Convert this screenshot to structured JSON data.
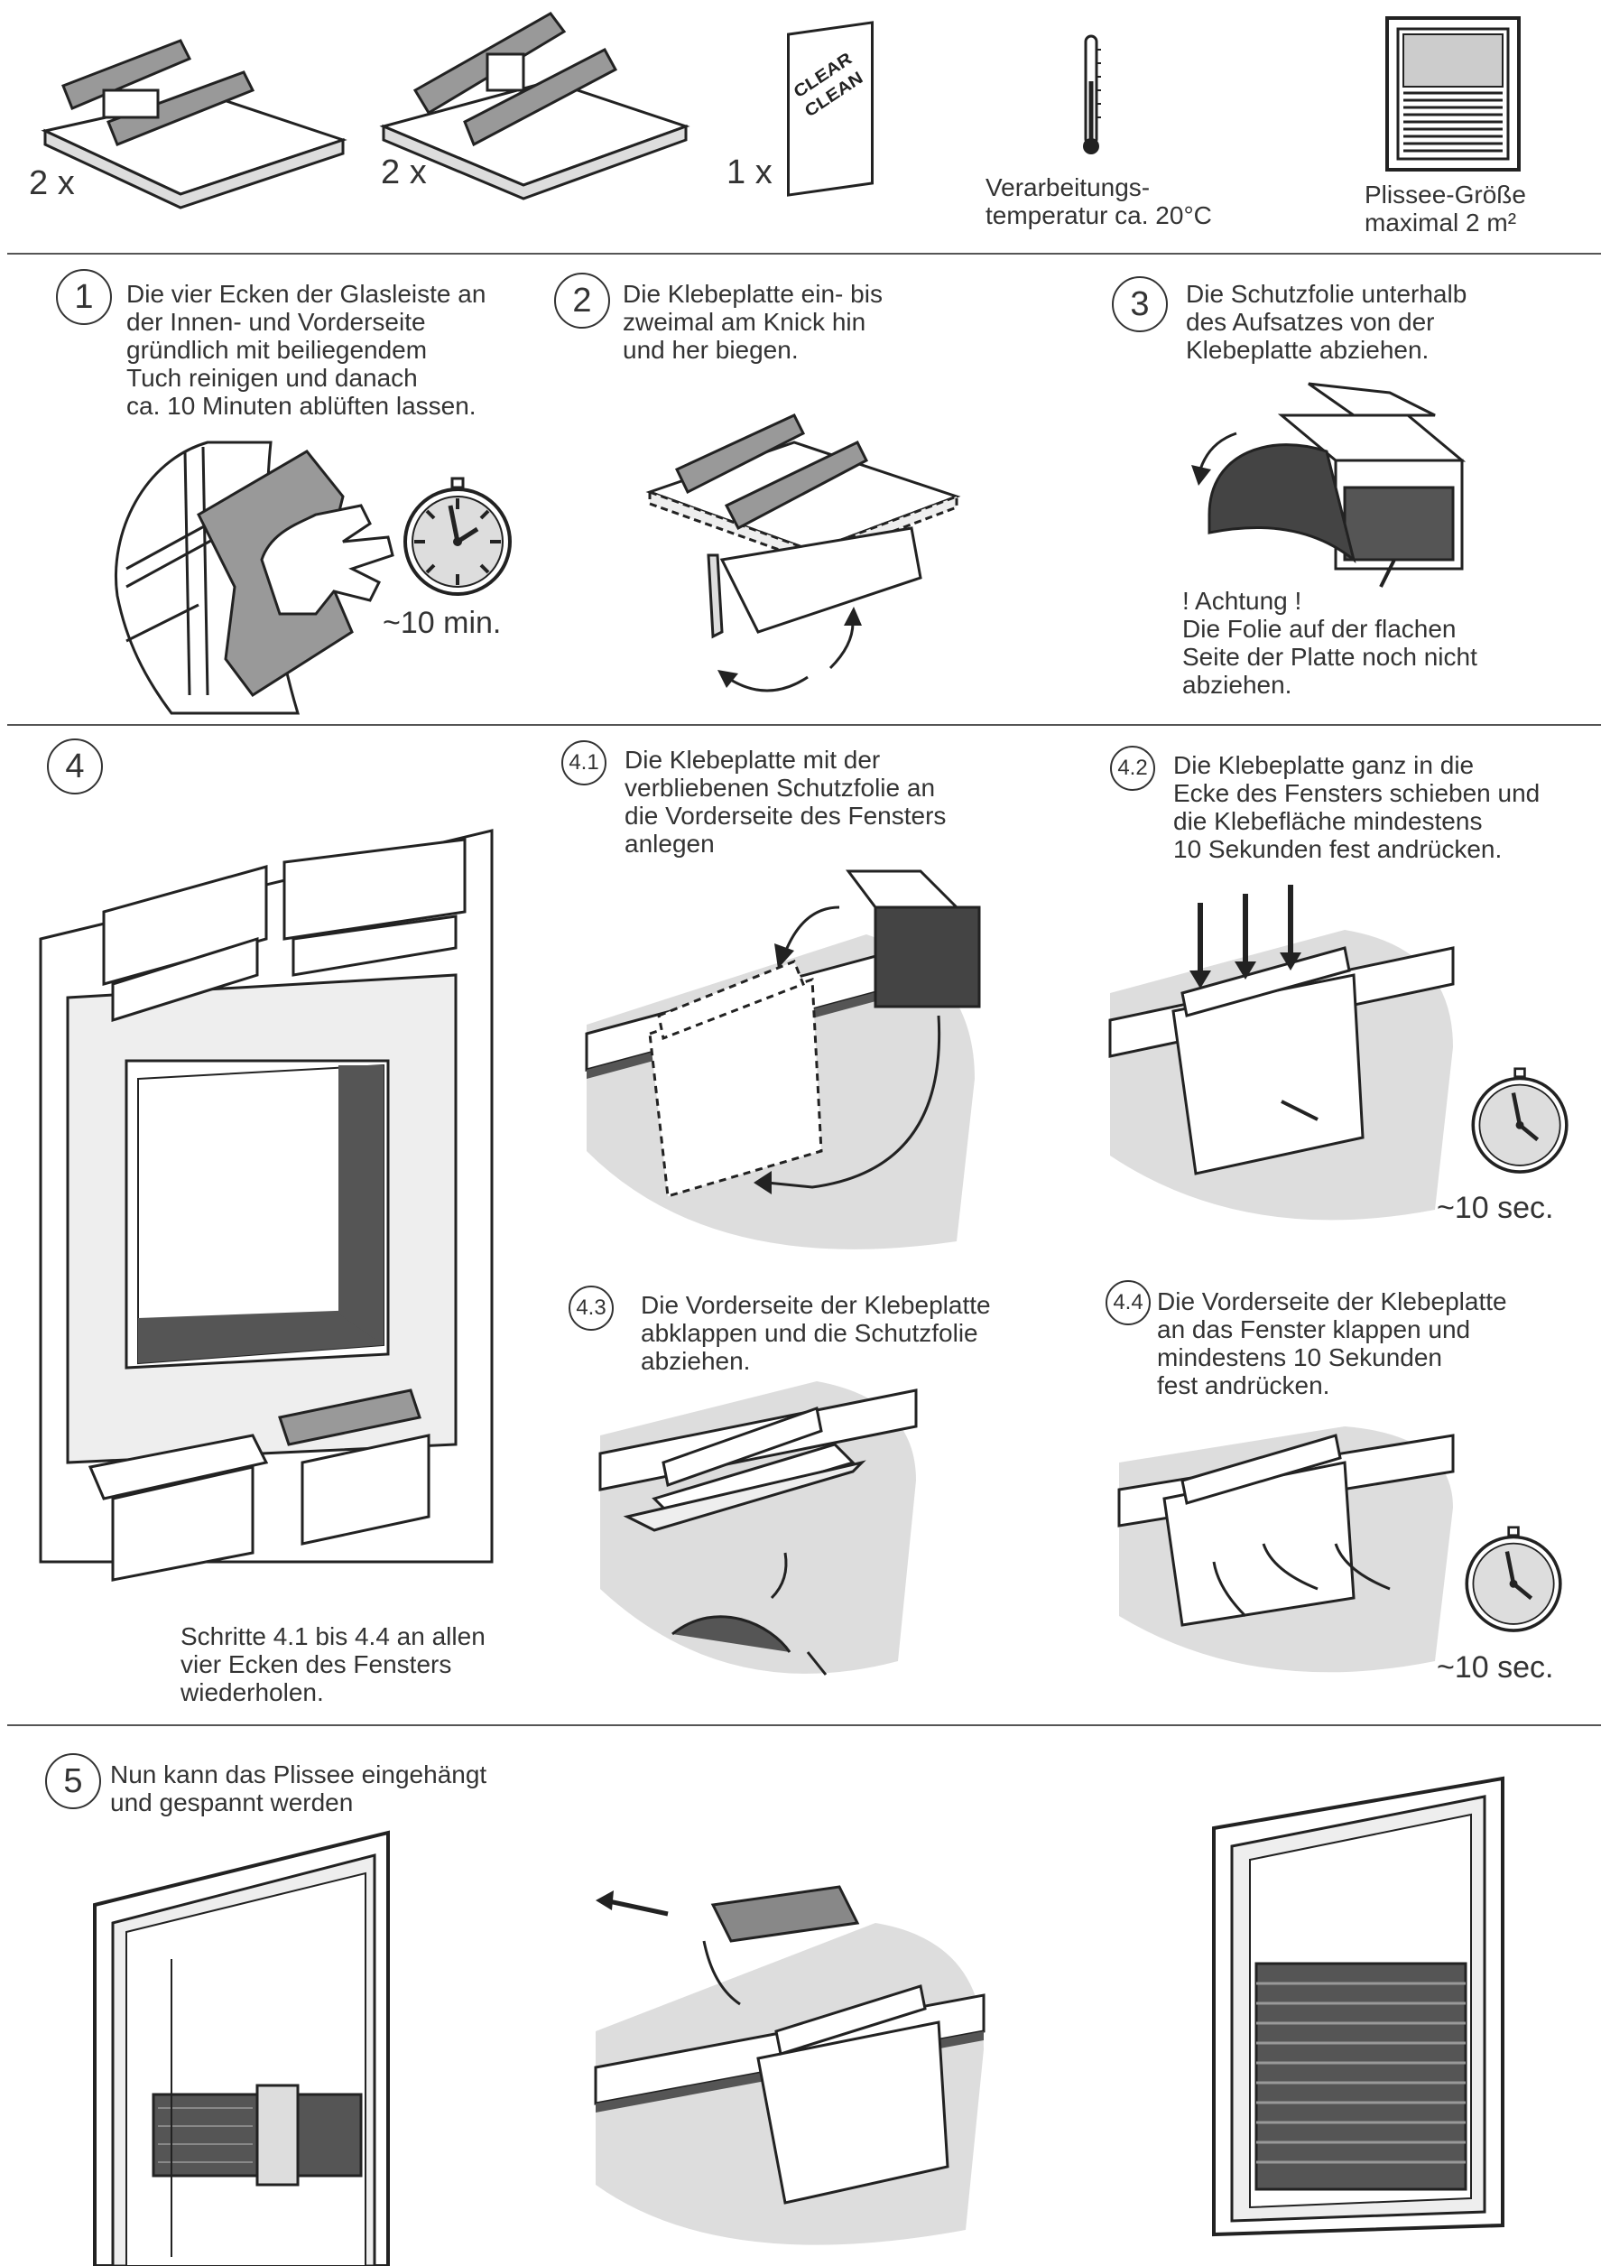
{
  "header": {
    "items": [
      {
        "qty": "2 x"
      },
      {
        "qty": "2 x"
      },
      {
        "qty": "1 x",
        "card_text": "CLEAR CLEAN"
      },
      {
        "label": "Verarbeitungs-\ntemperatur ca. 20°C"
      },
      {
        "label": "Plissee-Größe\nmaximal 2 m²"
      }
    ]
  },
  "steps": {
    "s1": {
      "num": "1",
      "text": "Die vier Ecken der Glasleiste an\nder Innen- und Vorderseite\ngründlich mit beiliegendem\nTuch reinigen und danach\nca. 10 Minuten ablüften lassen.",
      "time": "~10 min."
    },
    "s2": {
      "num": "2",
      "text": "Die Klebeplatte ein- bis\nzweimal am Knick hin\nund her biegen."
    },
    "s3": {
      "num": "3",
      "text": "Die Schutzfolie unterhalb\ndes Aufsatzes von der\nKlebeplatte abziehen.",
      "warning": "! Achtung !\nDie Folie auf der flachen\nSeite der Platte noch nicht\nabziehen."
    },
    "s4": {
      "num": "4",
      "repeat": "Schritte 4.1 bis 4.4 an allen\nvier Ecken des Fensters\nwiederholen."
    },
    "s41": {
      "num": "4.1",
      "text": "Die Klebeplatte mit der\nverbliebenen Schutzfolie an\ndie Vorderseite des Fensters\nanlegen"
    },
    "s42": {
      "num": "4.2",
      "text": "Die Klebeplatte ganz in die\nEcke des Fensters schieben und\ndie Klebefläche mindestens\n10 Sekunden fest andrücken.",
      "time": "~10 sec."
    },
    "s43": {
      "num": "4.3",
      "text": "Die Vorderseite der Klebeplatte\nabklappen und die Schutzfolie\nabziehen."
    },
    "s44": {
      "num": "4.4",
      "text": "Die Vorderseite der Klebeplatte\nan das Fenster klappen und\nmindestens 10 Sekunden\nfest andrücken.",
      "time": "~10 sec."
    },
    "s5": {
      "num": "5",
      "text": "Nun kann das Plissee eingehängt\nund gespannt werden"
    }
  }
}
